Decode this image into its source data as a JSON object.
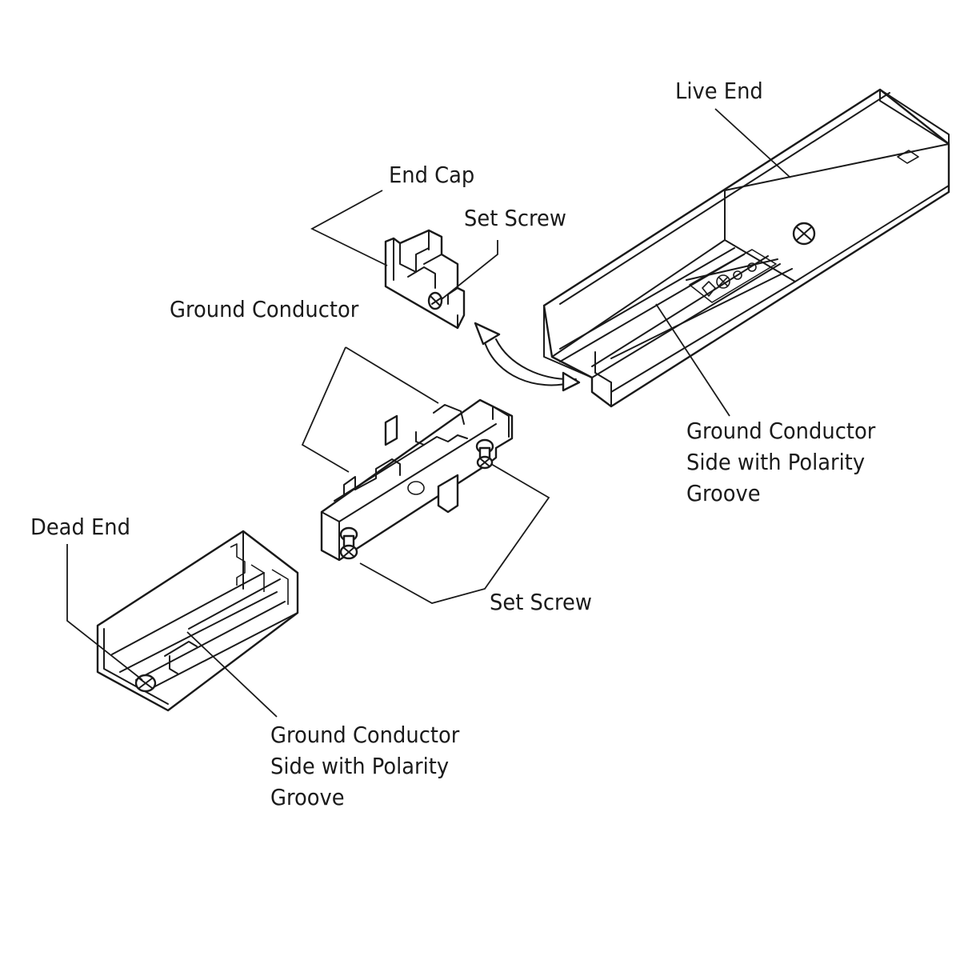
{
  "labels": {
    "live_end": "Live End",
    "end_cap": "End Cap",
    "set_screw_top": "Set Screw",
    "ground_conductor": "Ground Conductor",
    "ground_side_right": [
      "Ground Conductor",
      "Side with Polarity",
      "Groove"
    ],
    "dead_end": "Dead End",
    "set_screw_bottom": "Set Screw",
    "ground_side_bottom": [
      "Ground Conductor",
      "Side with Polarity",
      "Groove"
    ]
  },
  "colors": {
    "line": "#1a1a1a",
    "background": "#ffffff"
  }
}
